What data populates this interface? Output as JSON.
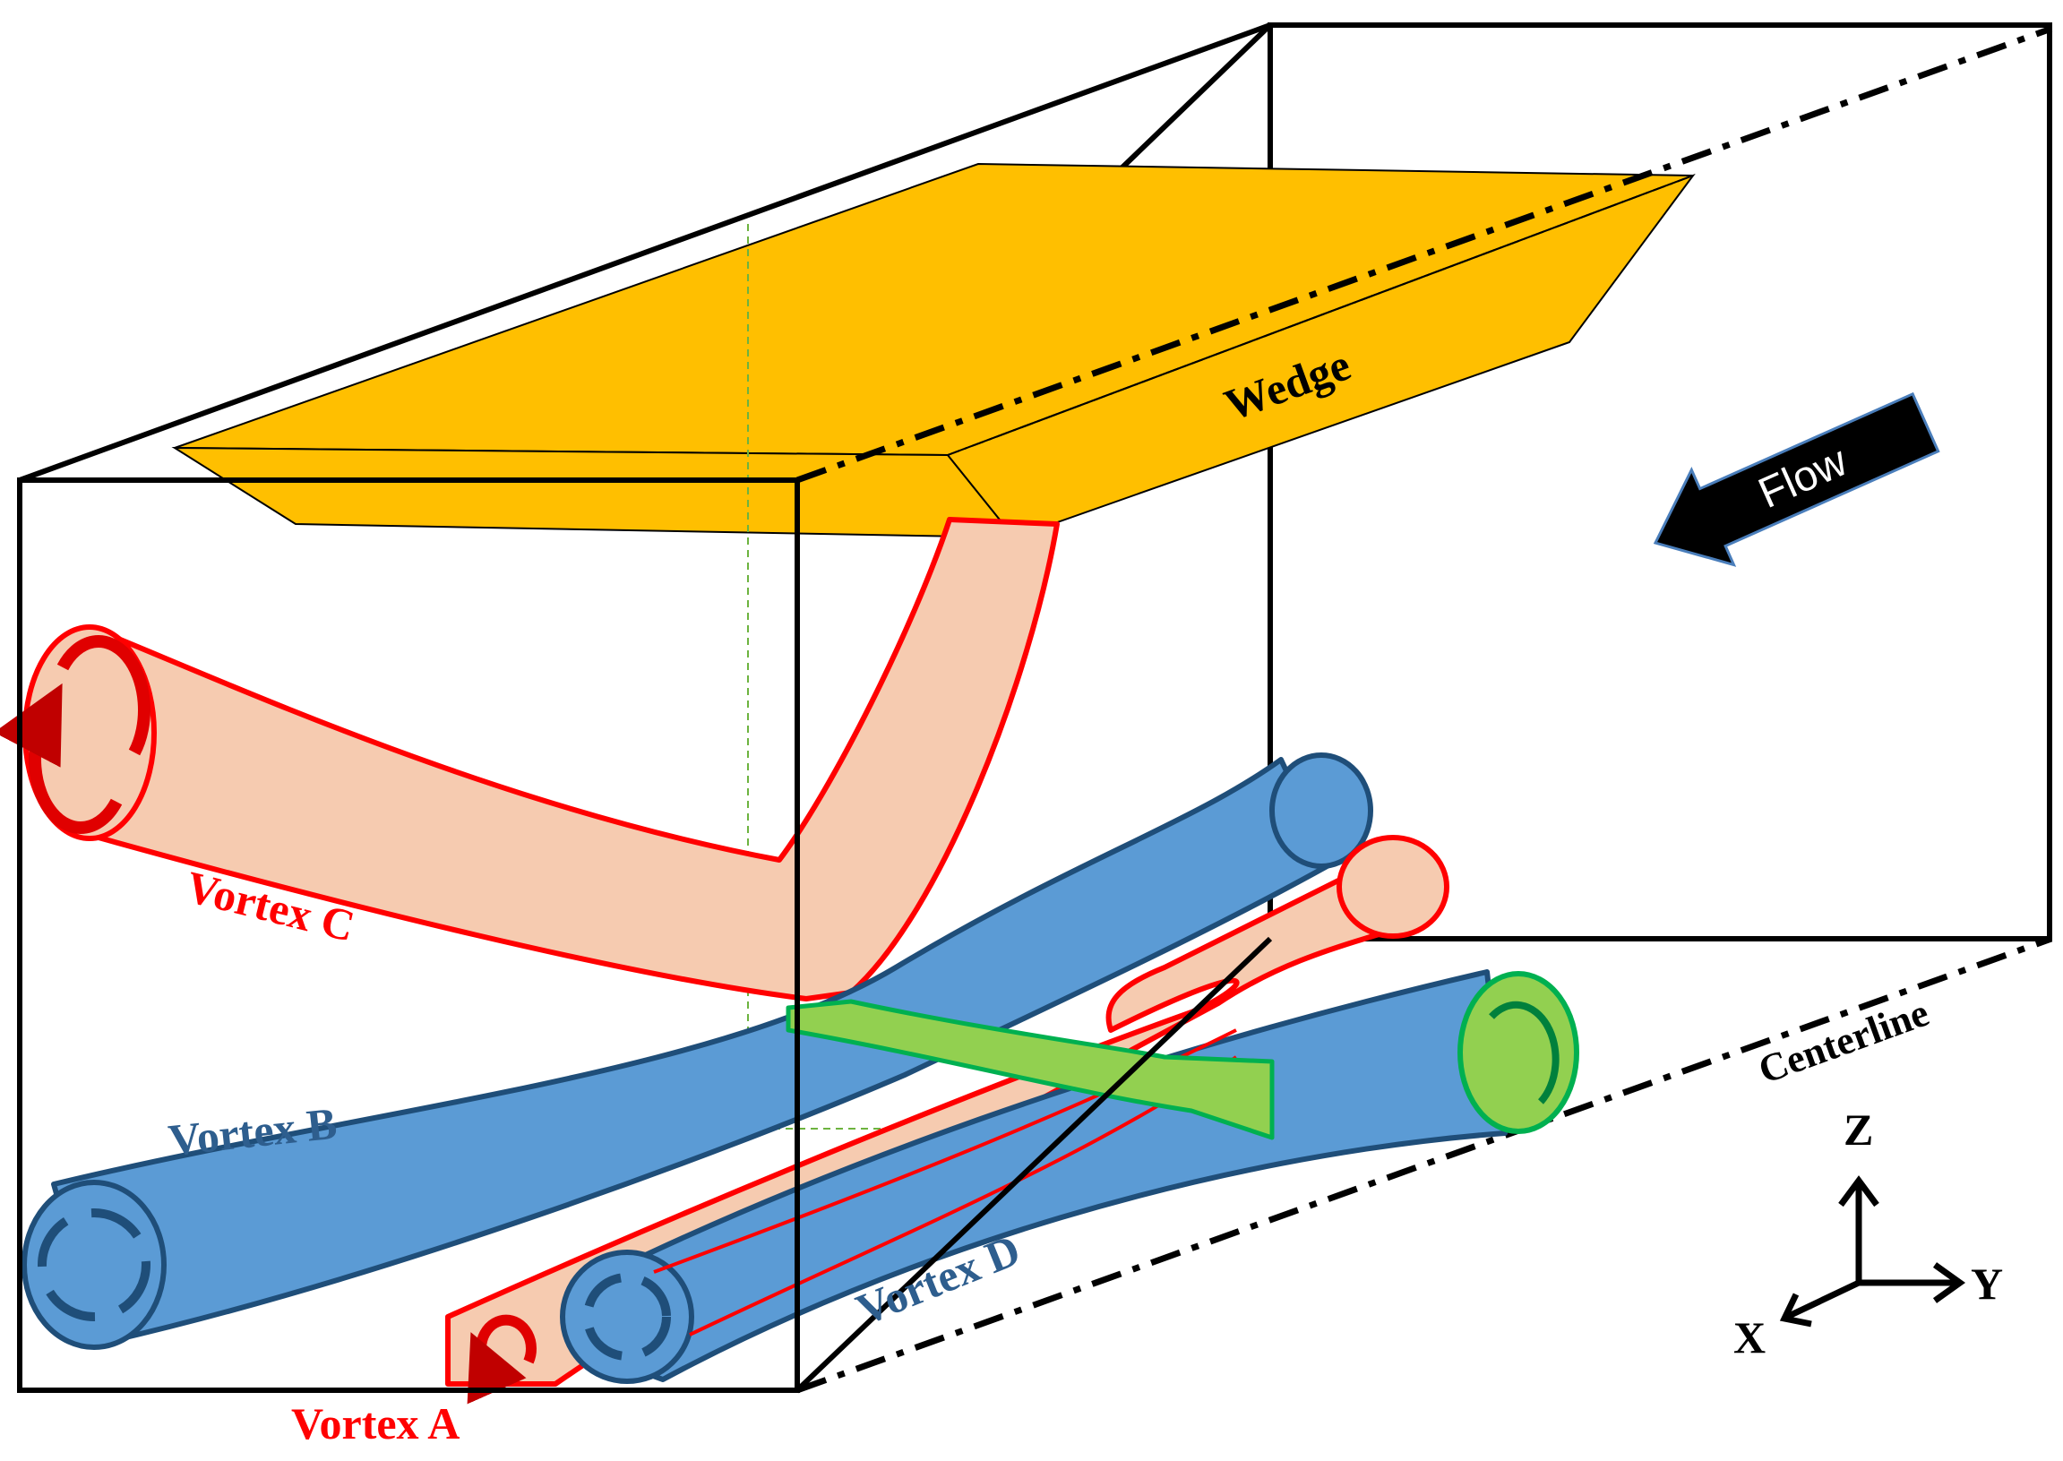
{
  "labels": {
    "wedge": "Wedge",
    "flow": "Flow",
    "centerline": "Centerline",
    "vortex_a": "Vortex A",
    "vortex_b": "Vortex B",
    "vortex_c": "Vortex C",
    "vortex_d": "Vortex D"
  },
  "axes": {
    "z": "Z",
    "y": "Y",
    "x": "X"
  },
  "colors": {
    "wedge": "#FFBF00",
    "red_vortex_fill": "#F6CBB0",
    "red_vortex_stroke": "#FF0000",
    "blue_vortex_fill": "#5B9BD5",
    "blue_vortex_stroke": "#1F4E79",
    "green_vortex": "#92D050",
    "vortex_b_label": "#2E5E8E",
    "flow_arrow": "#000000"
  }
}
